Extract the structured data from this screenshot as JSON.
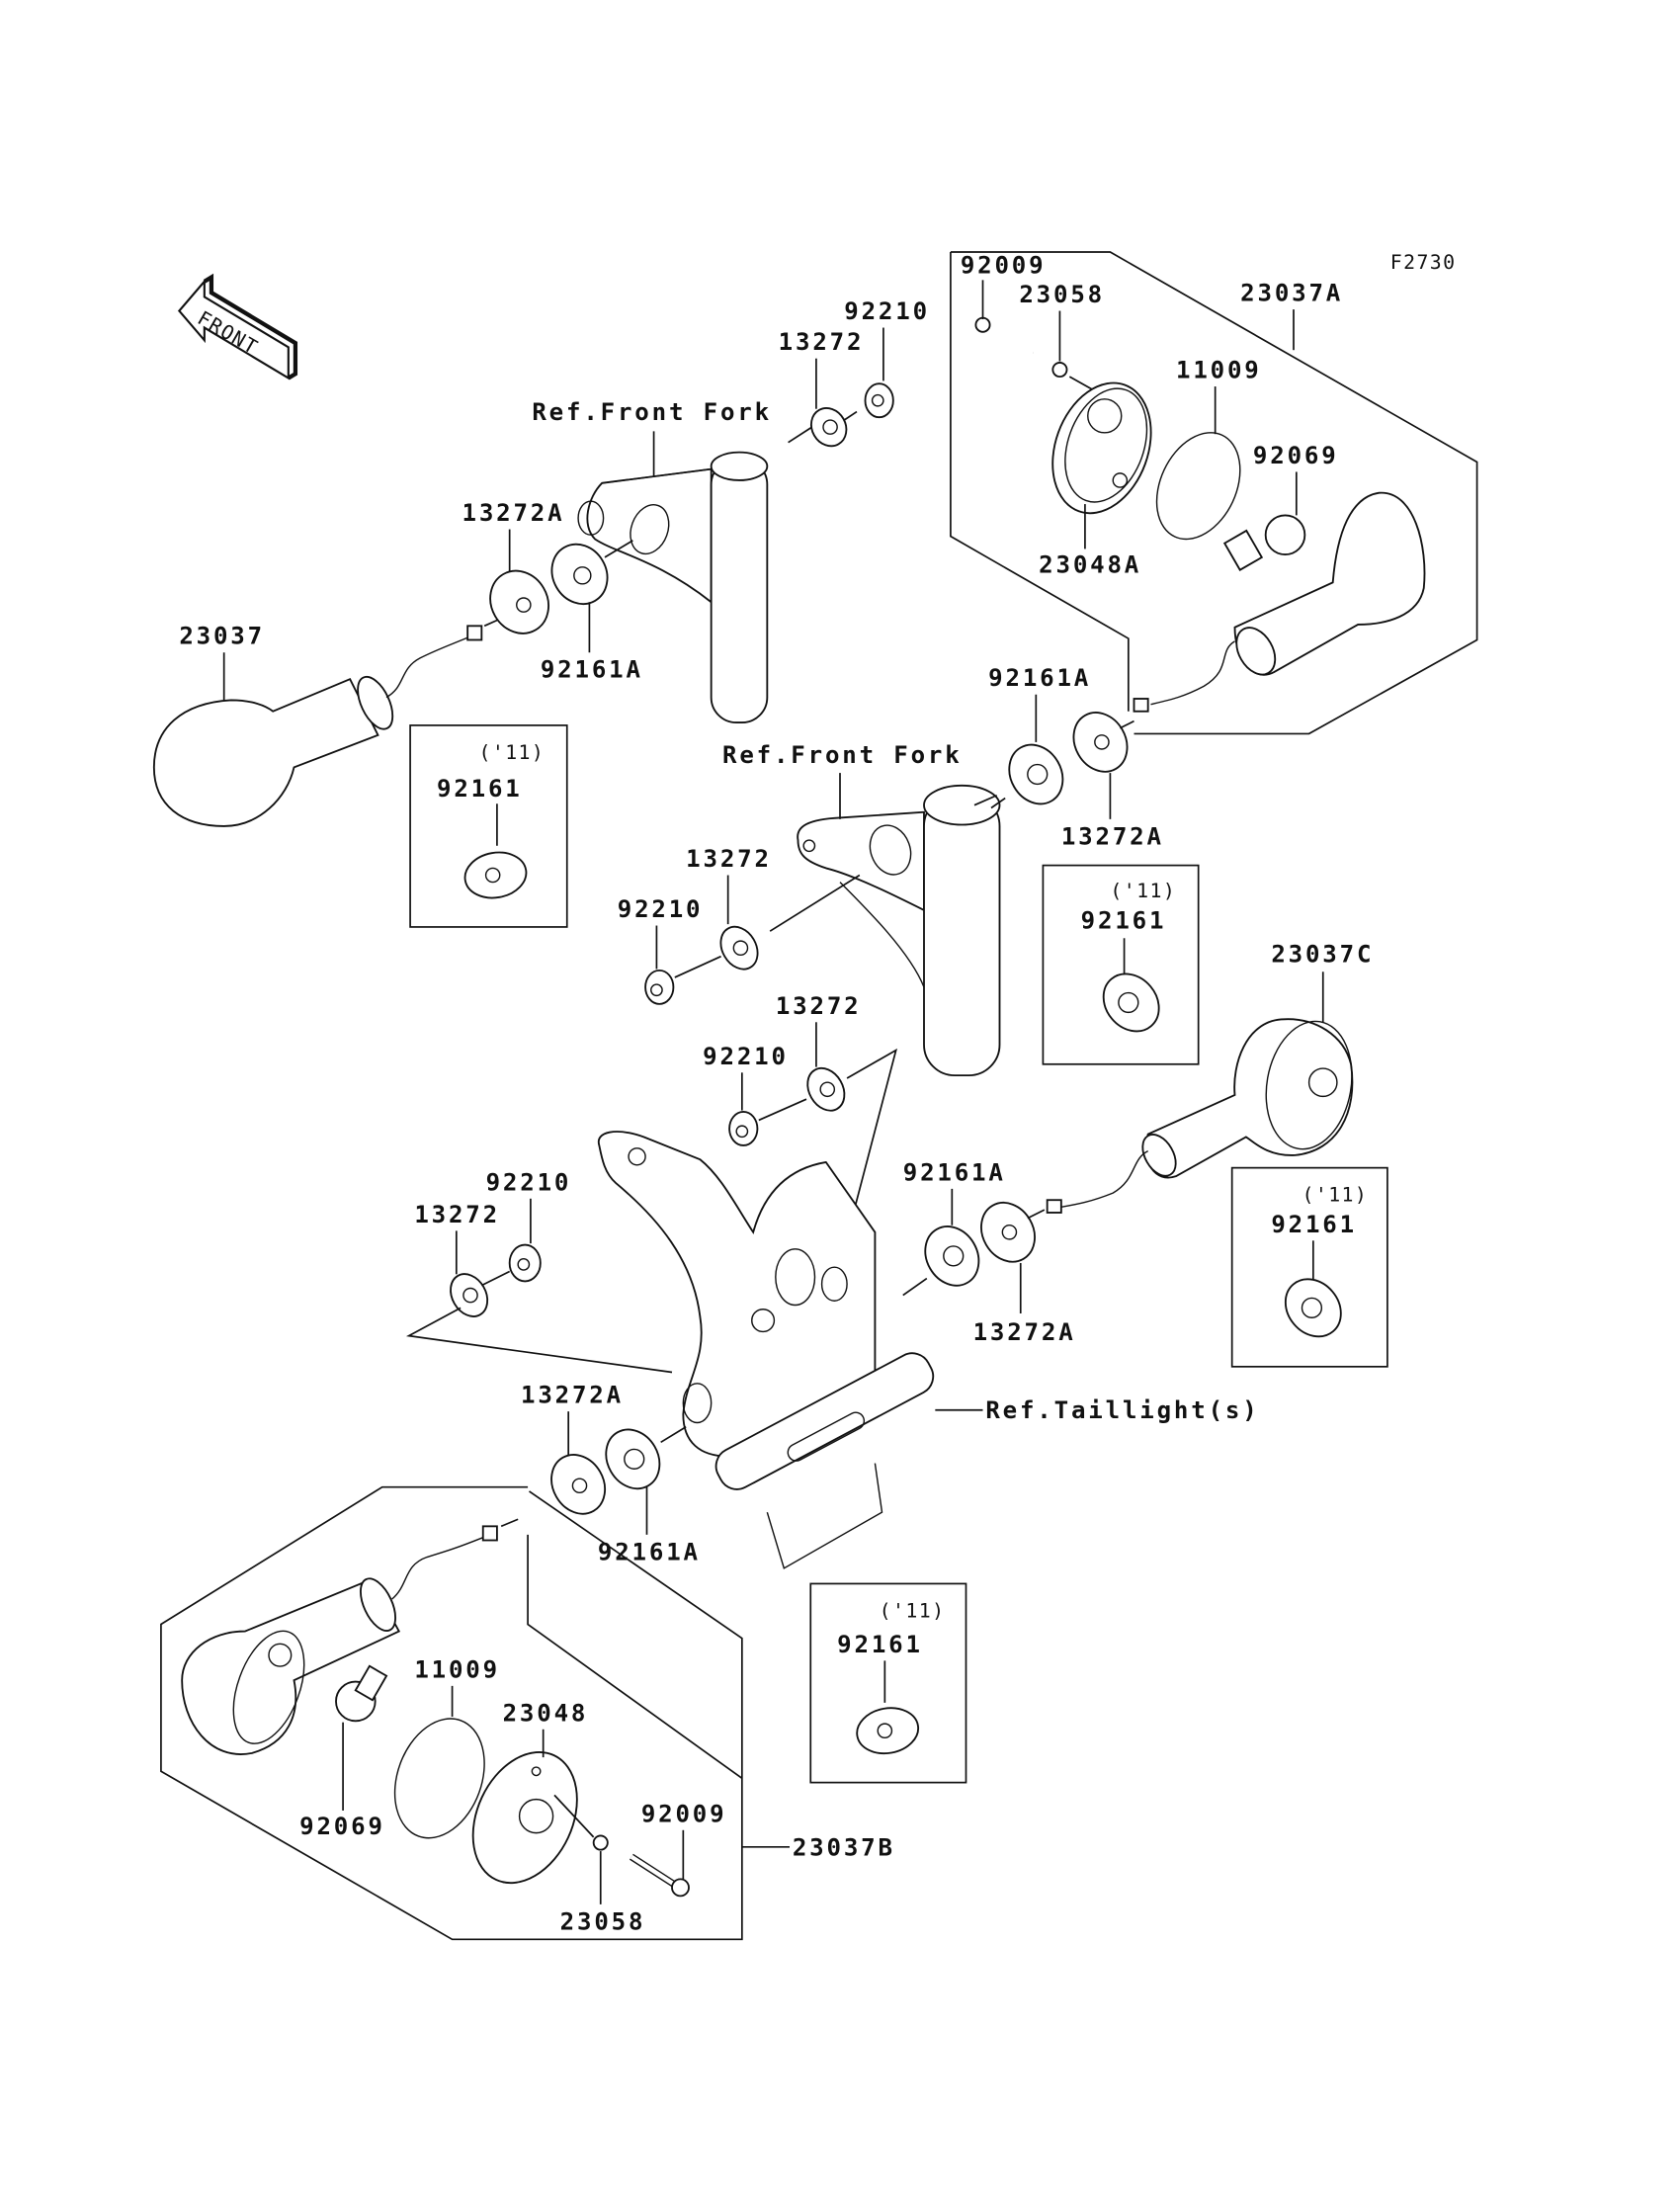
{
  "figure_id": "F2730",
  "front_arrow_label": "FRONT",
  "references": {
    "front_fork_upper": "Ref.Front Fork",
    "front_fork_lower": "Ref.Front Fork",
    "taillight": "Ref.Taillight(s)"
  },
  "labels": {
    "p92009_top": "92009",
    "p23058_top": "23058",
    "p23037A": "23037A",
    "p11009_top": "11009",
    "p92069_top": "92069",
    "p23048A": "23048A",
    "p92210_a": "92210",
    "p13272_a": "13272",
    "p13272A_a": "13272A",
    "p92161A_a": "92161A",
    "p23037": "23037",
    "p92161A_b": "92161A",
    "p13272A_b": "13272A",
    "p13272_b": "13272",
    "p92210_b": "92210",
    "p13272_c": "13272",
    "p92210_c": "92210",
    "p23037C": "23037C",
    "p92210_d": "92210",
    "p13272_d": "13272",
    "p92161A_c": "92161A",
    "p13272A_c": "13272A",
    "p13272A_d": "13272A",
    "p92161A_d": "92161A",
    "p11009_bot": "11009",
    "p23048": "23048",
    "p92069_bot": "92069",
    "p92009_bot": "92009",
    "p23037B": "23037B",
    "p23058_bot": "23058"
  },
  "year_boxes": [
    {
      "year": "('11)",
      "part": "92161"
    },
    {
      "year": "('11)",
      "part": "92161"
    },
    {
      "year": "('11)",
      "part": "92161"
    },
    {
      "year": "('11)",
      "part": "92161"
    }
  ]
}
